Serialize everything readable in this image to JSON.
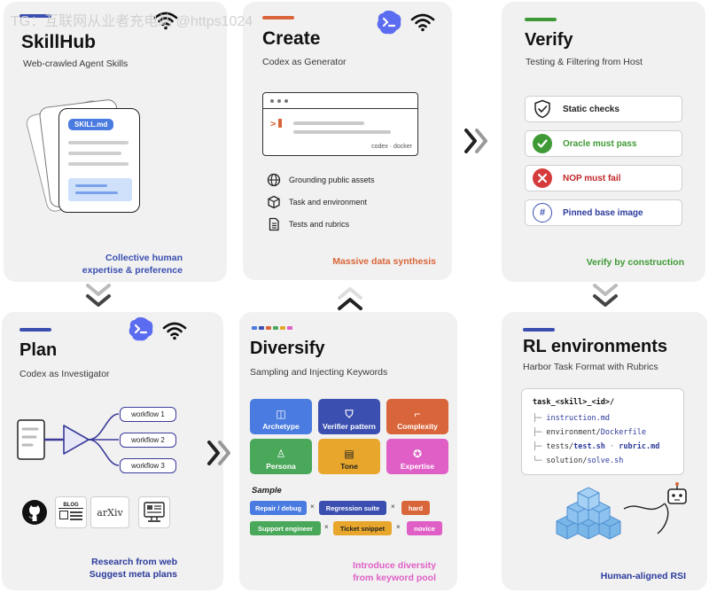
{
  "watermark": "TG：互联网从业者充电站 @https1024",
  "colors": {
    "panel_bg": "#f1f1f1",
    "blue": "#3a4fb0",
    "orange": "#d9663a",
    "green": "#3f9a36",
    "pink": "#e05fc6"
  },
  "skillhub": {
    "title": "SkillHub",
    "subtitle": "Web-crawled Agent Skills",
    "doc_label": "SKILL.md",
    "footer_line1": "Collective human",
    "footer_line2": "expertise & preference"
  },
  "create": {
    "title": "Create",
    "subtitle": "Codex as Generator",
    "terminal_caption": "codex · docker",
    "items": [
      {
        "icon": "globe-icon",
        "label": "Grounding public assets"
      },
      {
        "icon": "cube-icon",
        "label": "Task and environment"
      },
      {
        "icon": "document-icon",
        "label": "Tests and rubrics"
      }
    ],
    "footer": "Massive data synthesis"
  },
  "verify": {
    "title": "Verify",
    "subtitle": "Testing & Filtering from Host",
    "checks": [
      {
        "icon": "shield-check-icon",
        "label": "Static checks"
      },
      {
        "icon": "check-circle-icon",
        "label": "Oracle must pass"
      },
      {
        "icon": "x-circle-icon",
        "label": "NOP must fail"
      },
      {
        "icon": "hash-icon",
        "label": "Pinned base image"
      }
    ],
    "footer": "Verify by construction"
  },
  "plan": {
    "title": "Plan",
    "subtitle": "Codex as Investigator",
    "workflows": [
      "workflow 1",
      "workflow 2",
      "workflow 3"
    ],
    "sources": [
      "github-icon",
      "blog-icon",
      "arxiv-logo",
      "docs-monitor-icon"
    ],
    "arxiv_text": "arXiv",
    "blog_text": "BLOG",
    "footer_line1": "Research from web",
    "footer_line2": "Suggest meta plans"
  },
  "diversify": {
    "title": "Diversify",
    "subtitle": "Sampling and Injecting Keywords",
    "tiles": [
      {
        "label": "Archetype",
        "color": "#4a7be0"
      },
      {
        "label": "Verifier pattern",
        "color": "#3a4fb0"
      },
      {
        "label": "Complexity",
        "color": "#d9663a"
      },
      {
        "label": "Persona",
        "color": "#4aa85a"
      },
      {
        "label": "Tone",
        "color": "#e8a72c"
      },
      {
        "label": "Expertise",
        "color": "#e05fc6"
      }
    ],
    "sample_label": "Sample",
    "sample_row1": [
      "Repair / debug",
      "Regression suite",
      "hard"
    ],
    "sample_row2": [
      "Support engineer",
      "Ticket snippet",
      "novice"
    ],
    "times": "×",
    "footer_line1": "Introduce diversity",
    "footer_line2": "from keyword pool"
  },
  "rlenv": {
    "title": "RL environments",
    "subtitle": "Harbor Task Format with Rubrics",
    "root": "task_<skill>_<id>/",
    "branch_tee": "├─",
    "branch_end": "└─",
    "row1_file": "instruction.md",
    "row2_dir": "environment/",
    "row2_file": "Dockerfile",
    "row3_dir": "tests/",
    "row3_file": "test.sh",
    "row3_sep": "·",
    "row3_file2": "rubric.md",
    "row4_dir": "solution/",
    "row4_file": "solve.sh",
    "footer": "Human-aligned RSI"
  }
}
